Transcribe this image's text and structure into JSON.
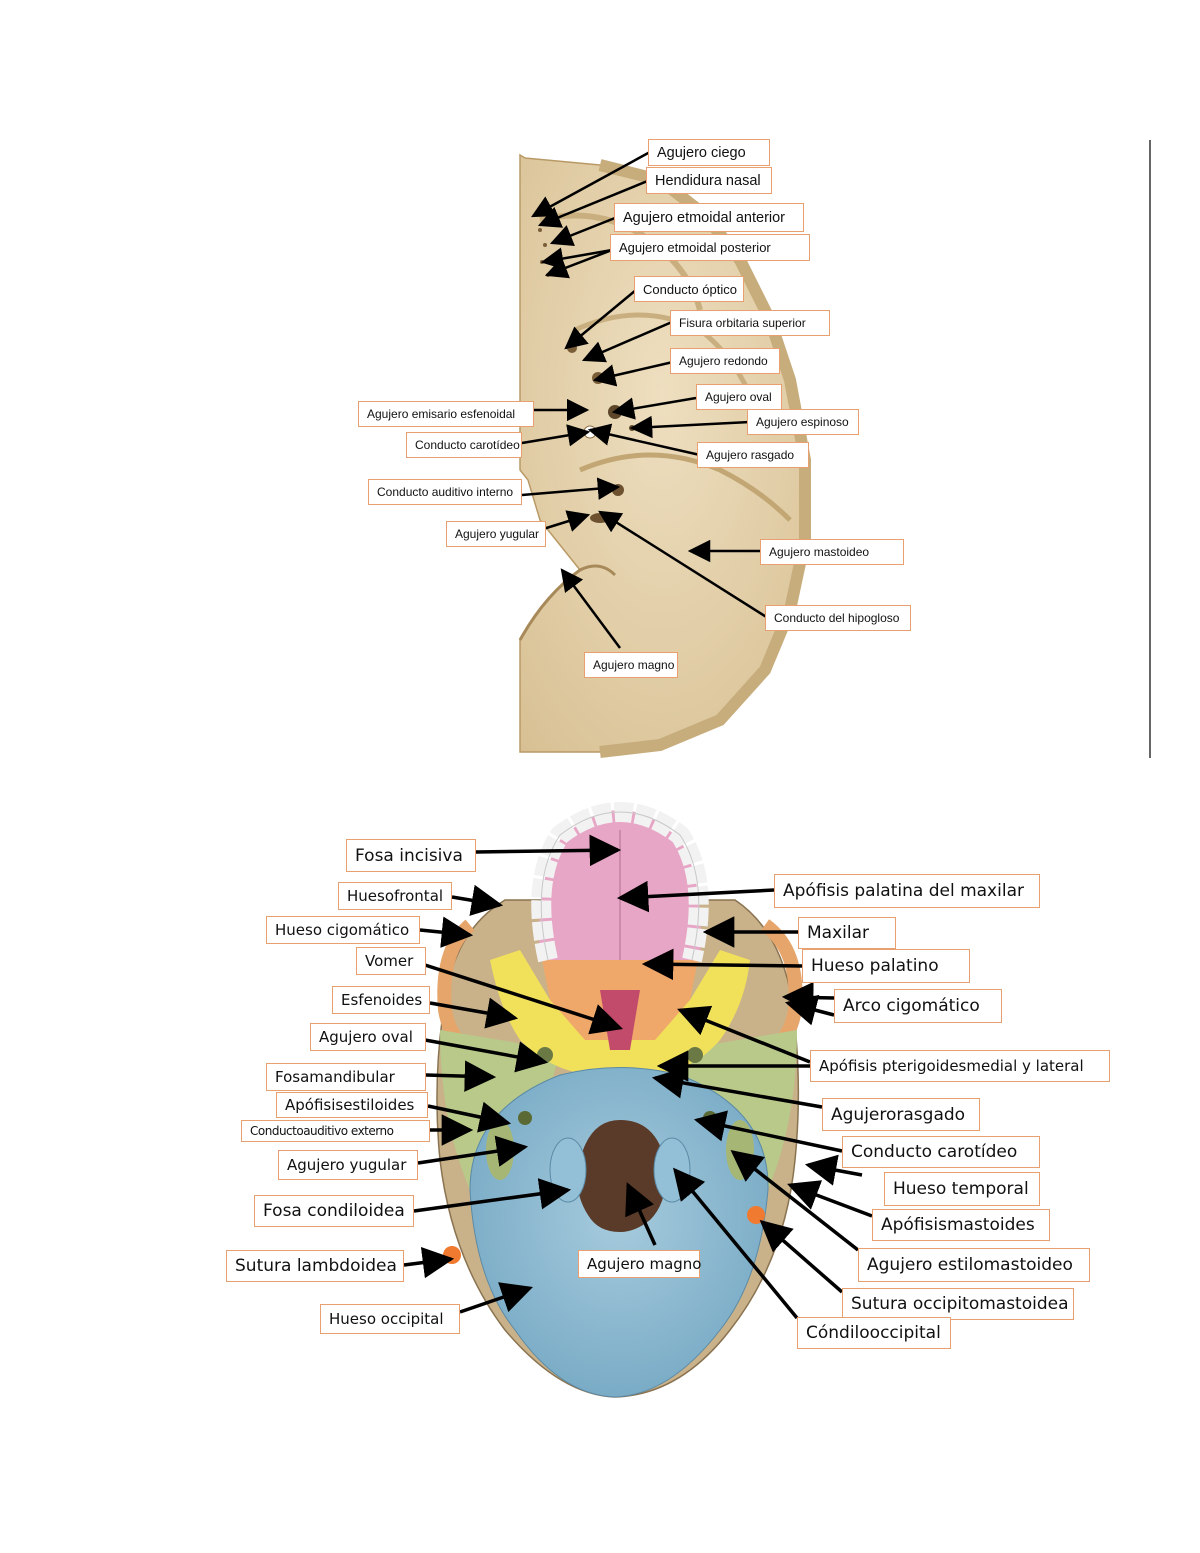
{
  "top_diagram": {
    "labels": {
      "agujero_ciego": "Agujero ciego",
      "hendidura_nasal": "Hendidura nasal",
      "agujero_etmoidal_anterior": "Agujero etmoidal anterior",
      "agujero_etmoidal_posterior": "Agujero etmoidal posterior",
      "conducto_optico": "Conducto óptico",
      "fisura_orbitaria_superior": "Fisura orbitaria superior",
      "agujero_redondo": "Agujero redondo",
      "agujero_oval": "Agujero oval",
      "agujero_espinoso": "Agujero espinoso",
      "agujero_emisario_esfenoidal": "Agujero emisario esfenoidal",
      "conducto_carotideo": "Conducto carotídeo",
      "agujero_rasgado": "Agujero rasgado",
      "conducto_auditivo_interno": "Conducto auditivo interno",
      "agujero_yugular": "Agujero yugular",
      "agujero_mastoideo": "Agujero mastoideo",
      "conducto_hipogloso": "Conducto del hipogloso",
      "agujero_magno": "Agujero magno"
    }
  },
  "bottom_diagram": {
    "labels": {
      "fosa_incisiva": "Fosa incisiva",
      "hueso_frontal": "Huesofrontal",
      "hueso_cigomatico": "Hueso cigomático",
      "vomer": "Vomer",
      "esfenoides": "Esfenoides",
      "agujero_oval": "Agujero oval",
      "fosa_mandibular": "Fosamandibular",
      "apofisis_estiloides": "Apófisisestiloides",
      "conducto_auditivo_externo": "Conductoauditivo externo",
      "agujero_yugular": "Agujero yugular",
      "fosa_condiloidea": "Fosa condiloidea",
      "sutura_lambdoidea": "Sutura lambdoidea",
      "hueso_occipital": "Hueso occipital",
      "agujero_magno": "Agujero magno",
      "apofisis_palatina": "Apófisis palatina del maxilar",
      "maxilar": "Maxilar",
      "hueso_palatino": "Hueso palatino",
      "arco_cigomatico": "Arco cigomático",
      "apofisis_pterigoides": "Apófisis pterigoidesmedial y lateral",
      "agujero_rasgado": "Agujerorasgado",
      "conducto_carotideo": "Conducto carotídeo",
      "hueso_temporal": "Hueso temporal",
      "apofisis_mastoides": "Apófisismastoides",
      "agujero_estilomastoideo": "Agujero estilomastoideo",
      "sutura_occipitomastoidea": "Sutura occipitomastoidea",
      "condilo_occipital": "Cóndilooccipital"
    }
  },
  "colors": {
    "label_border": "#e8a070",
    "bone_beige": "#e3cfa5",
    "occipital_blue": "#8ab9d1",
    "temporal_green": "#b8c98a",
    "sphenoid_yellow": "#f1e05a",
    "palatine_orange": "#f0a76a",
    "maxilla_pink": "#e8a6c6",
    "suture_marker": "#f07a30"
  }
}
